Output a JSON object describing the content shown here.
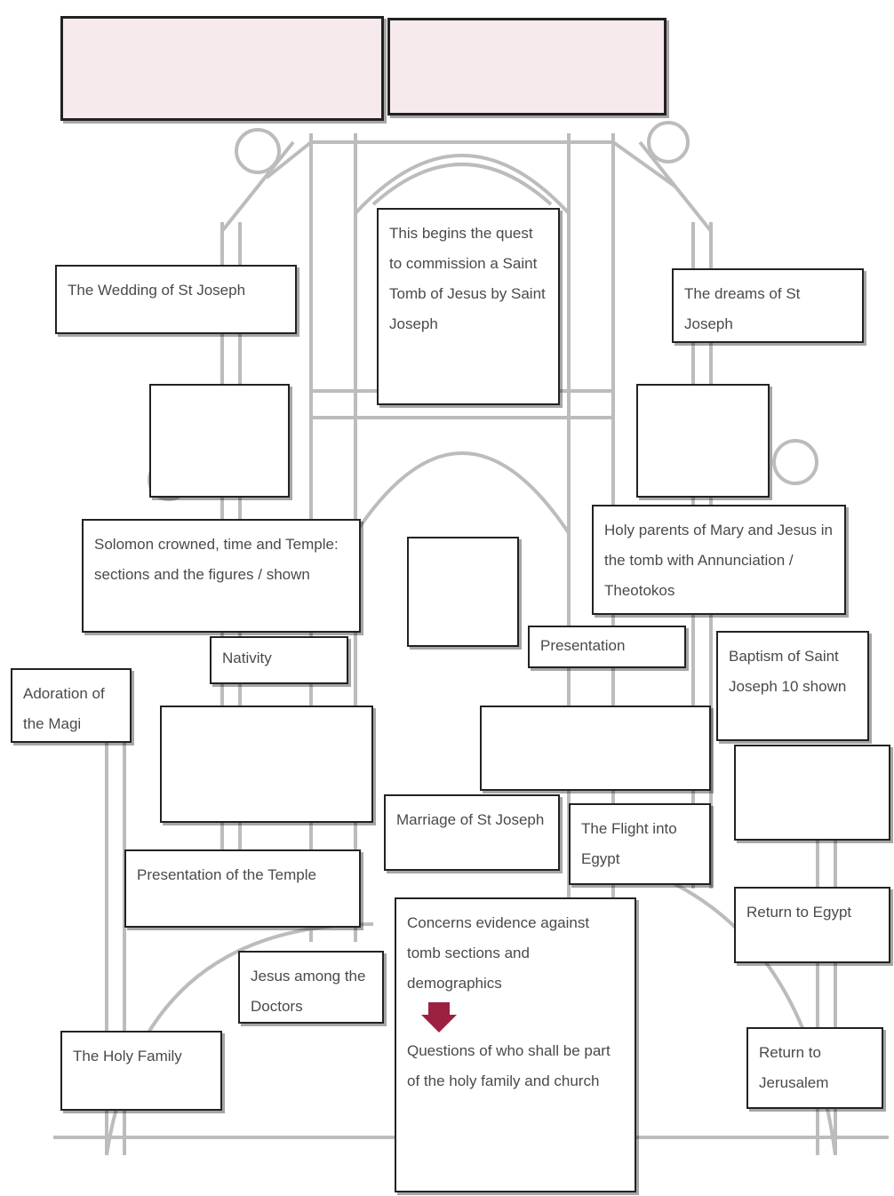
{
  "sketch": {
    "line_color": "#bcbcbc",
    "accent": "#c83c50",
    "teal": "#5fc7c1"
  },
  "header_left": {
    "line1": "",
    "line2": ""
  },
  "header_right": {
    "line1": "",
    "line2": ""
  },
  "top_center": {
    "text": "This begins the quest to commission a Saint Tomb of Jesus by Saint Joseph"
  },
  "wedding_left": {
    "text": "The Wedding of St Joseph"
  },
  "dream_right": {
    "text": "The dreams of St Joseph"
  },
  "red_left": {
    "line1": "",
    "line2": "",
    "line3": ""
  },
  "red_right": {
    "line1": "",
    "line2": "",
    "line3": ""
  },
  "solomon": {
    "text": "Solomon crowned, time and Temple: sections and the figures / shown"
  },
  "holy_family_right": {
    "text": "Holy parents of Mary and Jesus in the tomb with Annunciation / Theotokos"
  },
  "center_small": {
    "line1": "",
    "line2": "",
    "line3": ""
  },
  "nativity": {
    "text": "Nativity"
  },
  "presentation": {
    "text": "Presentation"
  },
  "adoration": {
    "text": "Adoration of the Magi"
  },
  "body_joseph_right": {
    "text": "Baptism of Saint Joseph 10 shown"
  },
  "temple_left_red": {
    "line1": "",
    "line2": ""
  },
  "temple_right_red": {
    "line1": "",
    "line2": ""
  },
  "far_right_mid": {
    "line1": "",
    "line2": "",
    "line3": ""
  },
  "marriage": {
    "text": "Marriage of St Joseph"
  },
  "flight": {
    "text": "The Flight into Egypt"
  },
  "presentation_temple": {
    "text": "Presentation of the Temple"
  },
  "jesus_doctors": {
    "text": "Jesus among the Doctors"
  },
  "return_egypt": {
    "text": "Return to Egypt"
  },
  "bottom_center": {
    "top": "Concerns evidence against tomb sections and demographics",
    "bottom": "Questions of who shall be part of the holy family and church"
  },
  "holy_family_left": {
    "text": "The Holy Family"
  },
  "return_bottom_right": {
    "text": "Return to Jerusalem"
  }
}
